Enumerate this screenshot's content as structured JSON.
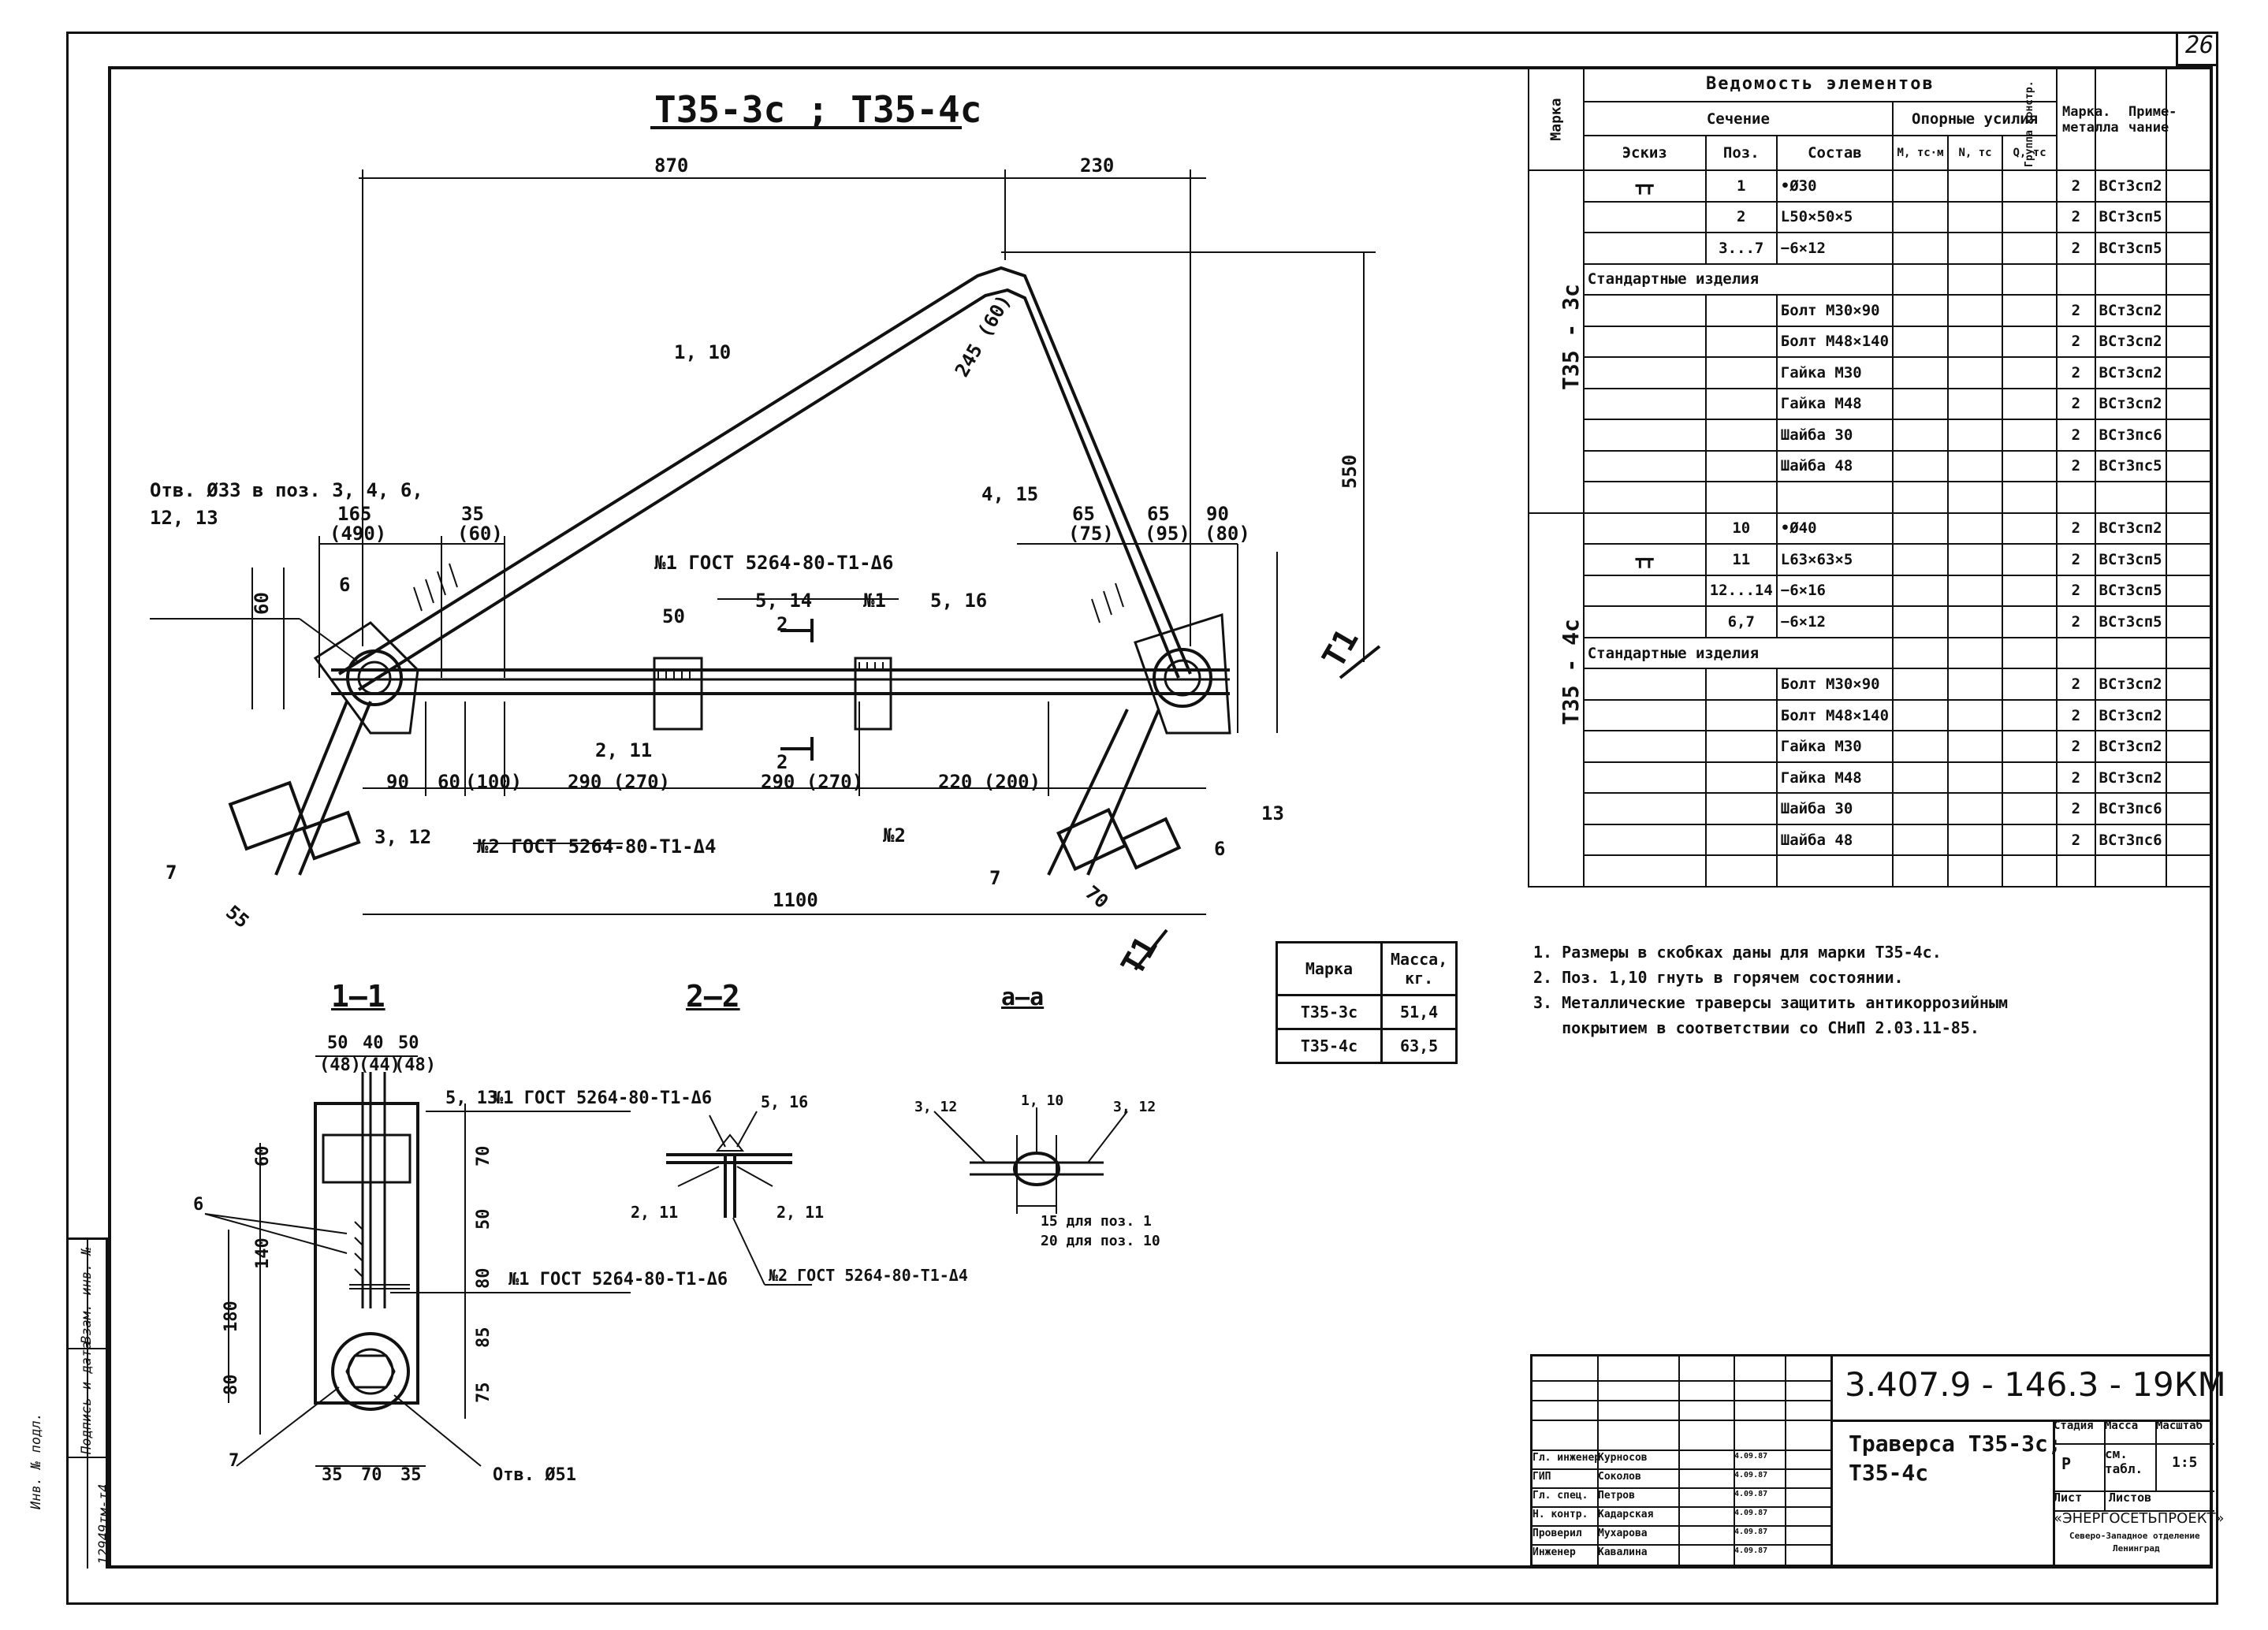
{
  "sheet_number": "26",
  "drawing_title": "Т35-3с ; Т35-4с",
  "dimensions": {
    "top_left": "870",
    "top_right": "230",
    "height": "550",
    "brace_label": "1, 10",
    "brace_dim": "245 (60)",
    "hole_note_1": "Отв. Ø33 в поз. 3, 4, 6,",
    "hole_note_2": "12, 13",
    "d165": "165",
    "d490": "(490)",
    "d35": "35",
    "d60a": "(60)",
    "d60b": "60",
    "weld1": "№1 ГОСТ 5264-80-Т1-Δ6",
    "weld2": "№2 ГОСТ 5264-80-Т1-Δ4",
    "d50": "50",
    "l514": "5, 14",
    "l511": "№1",
    "l516": "5, 16",
    "l415": "4, 15",
    "d65a": "65",
    "d75": "(75)",
    "d65b": "65",
    "d95": "(95)",
    "d90": "90",
    "d80": "(80)",
    "d90b": "90",
    "d60c": "60",
    "d100": "(100)",
    "d290a": "290 (270)",
    "d290b": "290 (270)",
    "d220": "220 (200)",
    "d1100": "1100",
    "l211": "2, 11",
    "l312": "3, 12",
    "l13": "13",
    "l6": "6",
    "l7": "7",
    "l55": "55",
    "l70": "70",
    "l12": "№2",
    "section_mark": "1",
    "section2": "2",
    "t1": "Т1"
  },
  "vedomost": {
    "title": "Ведомость   элементов",
    "col_marka": "Марка",
    "col_sechenie": "Сечение",
    "col_opornye": "Опорные усилия",
    "col_gruppa": "Группа констр.",
    "col_marka_metalla": "Марка. металла",
    "col_primechanie": "Приме- чание",
    "col_eskiz": "Эскиз",
    "col_poz": "Поз.",
    "col_sostav": "Состав",
    "col_m": "М, тс·м",
    "col_n": "N, тс",
    "col_q": "Q, тс",
    "group1_mark": "Т35 - 3с",
    "group2_mark": "Т35 - 4с",
    "rows": [
      {
        "eskiz": "┳┳",
        "poz": "1",
        "sostav": "•Ø30",
        "gruppa": "2",
        "metal": "ВСт3сп2"
      },
      {
        "eskiz": "",
        "poz": "2",
        "sostav": "L50×50×5",
        "gruppa": "2",
        "metal": "ВСт3сп5"
      },
      {
        "eskiz": "",
        "poz": "3...7",
        "sostav": "−6×12",
        "gruppa": "2",
        "metal": "ВСт3сп5"
      },
      {
        "eskiz": "Стандартные   изделия",
        "poz": "",
        "sostav": "",
        "gruppa": "",
        "metal": ""
      },
      {
        "eskiz": "",
        "poz": "",
        "sostav": "Болт М30×90",
        "gruppa": "2",
        "metal": "ВСт3сп2"
      },
      {
        "eskiz": "",
        "poz": "",
        "sostav": "Болт М48×140",
        "gruppa": "2",
        "metal": "ВСт3сп2"
      },
      {
        "eskiz": "",
        "poz": "",
        "sostav": "Гайка М30",
        "gruppa": "2",
        "metal": "ВСт3сп2"
      },
      {
        "eskiz": "",
        "poz": "",
        "sostav": "Гайка М48",
        "gruppa": "2",
        "metal": "ВСт3сп2"
      },
      {
        "eskiz": "",
        "poz": "",
        "sostav": "Шайба 30",
        "gruppa": "2",
        "metal": "ВСт3пс6"
      },
      {
        "eskiz": "",
        "poz": "",
        "sostav": "Шайба 48",
        "gruppa": "2",
        "metal": "ВСт3пс5"
      },
      {
        "eskiz": "",
        "poz": "",
        "sostav": "",
        "gruppa": "",
        "metal": ""
      },
      {
        "eskiz": "",
        "poz": "10",
        "sostav": "•Ø40",
        "gruppa": "2",
        "metal": "ВСт3сп2"
      },
      {
        "eskiz": "┳┳",
        "poz": "11",
        "sostav": "L63×63×5",
        "gruppa": "2",
        "metal": "ВСт3сп5"
      },
      {
        "eskiz": "",
        "poz": "12...14",
        "sostav": "−6×16",
        "gruppa": "2",
        "metal": "ВСт3сп5"
      },
      {
        "eskiz": "",
        "poz": "6,7",
        "sostav": "−6×12",
        "gruppa": "2",
        "metal": "ВСт3сп5"
      },
      {
        "eskiz": "Стандартные   изделия",
        "poz": "",
        "sostav": "",
        "gruppa": "",
        "metal": ""
      },
      {
        "eskiz": "",
        "poz": "",
        "sostav": "Болт М30×90",
        "gruppa": "2",
        "metal": "ВСт3сп2"
      },
      {
        "eskiz": "",
        "poz": "",
        "sostav": "Болт М48×140",
        "gruppa": "2",
        "metal": "ВСт3сп2"
      },
      {
        "eskiz": "",
        "poz": "",
        "sostav": "Гайка М30",
        "gruppa": "2",
        "metal": "ВСт3сп2"
      },
      {
        "eskiz": "",
        "poz": "",
        "sostav": "Гайка М48",
        "gruppa": "2",
        "metal": "ВСт3сп2"
      },
      {
        "eskiz": "",
        "poz": "",
        "sostav": "Шайба 30",
        "gruppa": "2",
        "metal": "ВСт3пс6"
      },
      {
        "eskiz": "",
        "poz": "",
        "sostav": "Шайба 48",
        "gruppa": "2",
        "metal": "ВСт3пс6"
      },
      {
        "eskiz": "",
        "poz": "",
        "sostav": "",
        "gruppa": "",
        "metal": ""
      }
    ]
  },
  "notes": [
    "1. Размеры в скобках даны для марки Т35-4с.",
    "2. Поз. 1,10 гнуть в горячем состоянии.",
    "3. Металлические траверсы защитить антикоррозийным",
    "   покрытием в соответствии со СНиП 2.03.11-85."
  ],
  "mass_table": {
    "col_marka": "Марка",
    "col_massa": "Масса, кг.",
    "rows": [
      {
        "marka": "Т35-3с",
        "massa": "51,4"
      },
      {
        "marka": "Т35-4с",
        "massa": "63,5"
      }
    ]
  },
  "sections": {
    "s11": "1—1",
    "s22": "2—2",
    "saa": "а—а"
  },
  "section11": {
    "d50a": "50",
    "d40": "40",
    "d50b": "50",
    "d48a": "(48)",
    "d44": "(44)",
    "d48b": "(48)",
    "l513": "5, 13",
    "weld_top": "№1 ГОСТ 5264-80-Т1-Δ6",
    "weld_side": "№1 ГОСТ 5264-80-Т1-Δ6",
    "d60": "60",
    "d140": "140",
    "d180": "180",
    "d80": "80",
    "d70": "70",
    "d50c": "50",
    "d80b": "80",
    "d85": "85",
    "d75": "75",
    "l6": "6",
    "l7": "7",
    "d35a": "35",
    "d70b": "70",
    "d35b": "35",
    "hole": "Отв. Ø51"
  },
  "section22": {
    "l516": "5, 16",
    "l211a": "2, 11",
    "l211b": "2, 11",
    "weld": "№2 ГОСТ 5264-80-Т1-Δ4"
  },
  "sectionaa": {
    "l312a": "3, 12",
    "l410": "1, 10",
    "l312b": "3, 12",
    "n1": "15 для поз. 1",
    "n2": "20 для поз. 10"
  },
  "side_stamp": {
    "c1": "Инв. № подл.",
    "c2": "Подпись и дата",
    "c3": "Взам. инв. №",
    "c4": "12949тм-т4"
  },
  "title_block": {
    "code": "3.407.9 - 146.3 - 19КМ",
    "name_1": "Траверса Т35-3с;",
    "name_2": "Т35-4с",
    "stadia": "Стадия",
    "massa": "Масса",
    "masshtab": "Масштаб",
    "stadia_val": "Р",
    "massa_val": "см. табл.",
    "masshtab_val": "1:5",
    "list": "Лист",
    "listov": "Листов",
    "org_1": "«ЭНЕРГОСЕТЬПРОЕКТ»",
    "org_2": "Северо-Западное отделение",
    "org_3": "Ленинград",
    "roles": [
      {
        "role": "Гл. инженер",
        "name": "Курносов",
        "date": "4.09.87"
      },
      {
        "role": "ГИП",
        "name": "Соколов",
        "date": "4.09.87"
      },
      {
        "role": "Гл. спец.",
        "name": "Петров",
        "date": "4.09.87"
      },
      {
        "role": "Н. контр.",
        "name": "Кадарская",
        "date": "4.09.87"
      },
      {
        "role": "Проверил",
        "name": "Мухарова",
        "date": "4.09.87"
      },
      {
        "role": "Инженер",
        "name": "Кавалина",
        "date": "4.09.87"
      }
    ]
  }
}
